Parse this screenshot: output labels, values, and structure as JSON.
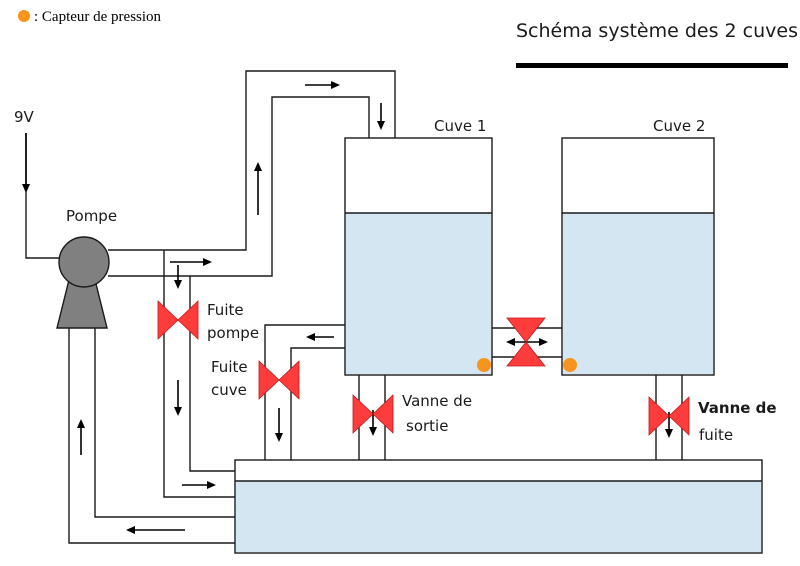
{
  "title": "Schéma système des 2 cuves",
  "legend": {
    "label": ": Capteur de pression",
    "sensor_color": "#f7941d"
  },
  "voltage_label": "9V",
  "pump_label": "Pompe",
  "tanks": {
    "tank1": "Cuve 1",
    "tank2": "Cuve 2"
  },
  "valves": {
    "pump_leak": [
      "Fuite",
      "pompe"
    ],
    "tank_leak": [
      "Fuite",
      "cuve"
    ],
    "outlet": [
      "Vanne de",
      "sortie"
    ],
    "leak": [
      "Vanne de",
      "fuite"
    ]
  },
  "colors": {
    "water": "#d3e6f2",
    "valve": "#ff3c3c",
    "pump": "#808080",
    "title_rule": "#000000"
  }
}
